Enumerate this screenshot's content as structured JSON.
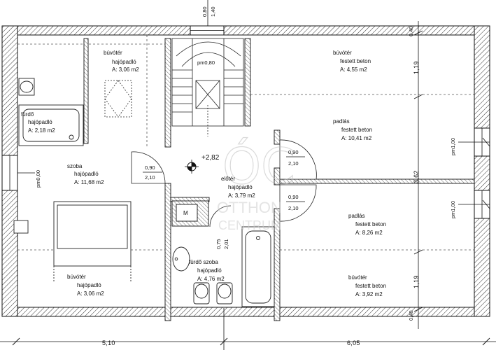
{
  "watermark": {
    "logo": "ÓC",
    "line1": "OTTHON",
    "line2": "CENTRUM"
  },
  "level_mark": "+2,82",
  "dimensions": {
    "bottom_left": "5,10",
    "bottom_right": "6,05",
    "top_a": "0,80",
    "top_b": "1,40",
    "right_top": "0,40",
    "right_1": "1,19",
    "right_2": "3,62",
    "right_3": "1,19",
    "right_bottom": "0,40",
    "left_window": "pm0,00",
    "right_window_1": "pm1,00",
    "right_window_2": "pm1,00",
    "stair_window": "pm0,80",
    "bath_door_a": "0,75",
    "bath_door_b": "2,01"
  },
  "rooms": [
    {
      "id": "tl-buvoter",
      "name": "búvótér",
      "floor": "hajópadló",
      "area": "A: 3,06 m2"
    },
    {
      "id": "furdo-small",
      "name": "fürdő",
      "floor": "hajópadló",
      "area": "A: 2,18 m2"
    },
    {
      "id": "szoba",
      "name": "szoba",
      "floor": "hajópadló",
      "area": "A: 11,68 m2"
    },
    {
      "id": "bl-buvoter",
      "name": "búvótér",
      "floor": "hajópadló",
      "area": "A: 3,06 m2"
    },
    {
      "id": "eloter",
      "name": "előtér",
      "floor": "hajópadló",
      "area": "A: 3,79 m2"
    },
    {
      "id": "furdoszoba",
      "name": "fürdő szoba",
      "floor": "hajópadló",
      "area": "A: 4,76 m2"
    },
    {
      "id": "tr-buvoter",
      "name": "búvótér",
      "floor": "festett beton",
      "area": "A: 4,55 m2"
    },
    {
      "id": "padlas-1",
      "name": "padlás",
      "floor": "festett beton",
      "area": "A: 10,41 m2"
    },
    {
      "id": "padlas-2",
      "name": "padlás",
      "floor": "festett beton",
      "area": "A: 8,26 m2"
    },
    {
      "id": "br-buvoter",
      "name": "búvótér",
      "floor": "festett beton",
      "area": "A: 3,92 m2"
    }
  ],
  "doors": [
    {
      "id": "door-szoba",
      "width": "0,90",
      "height": "2,10"
    },
    {
      "id": "door-padlas-1",
      "width": "0,90",
      "height": "2,10"
    },
    {
      "id": "door-padlas-2",
      "width": "0,90",
      "height": "2,10"
    }
  ],
  "fixtures": {
    "chimney": "M"
  }
}
